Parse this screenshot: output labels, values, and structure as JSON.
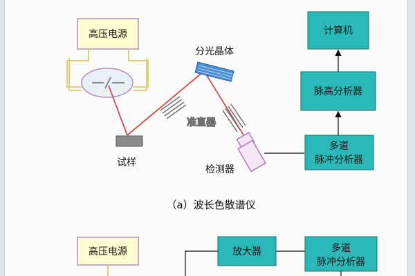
{
  "diagram": {
    "top": {
      "hv_source": "高压电源",
      "crystal": "分光晶体",
      "collimator": "准直器",
      "sample": "试样",
      "detector": "检测器",
      "computer": "计算机",
      "pulse_height_analyzer": "脉高分析器",
      "multichannel_line1": "多道",
      "multichannel_line2": "脉冲分析器",
      "caption": "（a）波长色散谱仪"
    },
    "bottom": {
      "hv_source": "高压电源",
      "amplifier": "放大器",
      "multichannel_line1": "多道",
      "multichannel_line2": "脉冲分析器"
    }
  },
  "colors": {
    "pale_yellow_box": "#ffffd2",
    "box_border_purple": "#b48bc4",
    "teal_box": "#2bb8b8",
    "beam_red": "#d44b52",
    "tube_yellow": "#e0cf72",
    "crystal_blue": "#4a8fd8",
    "detector_purple": "#b37ab5",
    "sample_gray": "#8b8b8b"
  }
}
